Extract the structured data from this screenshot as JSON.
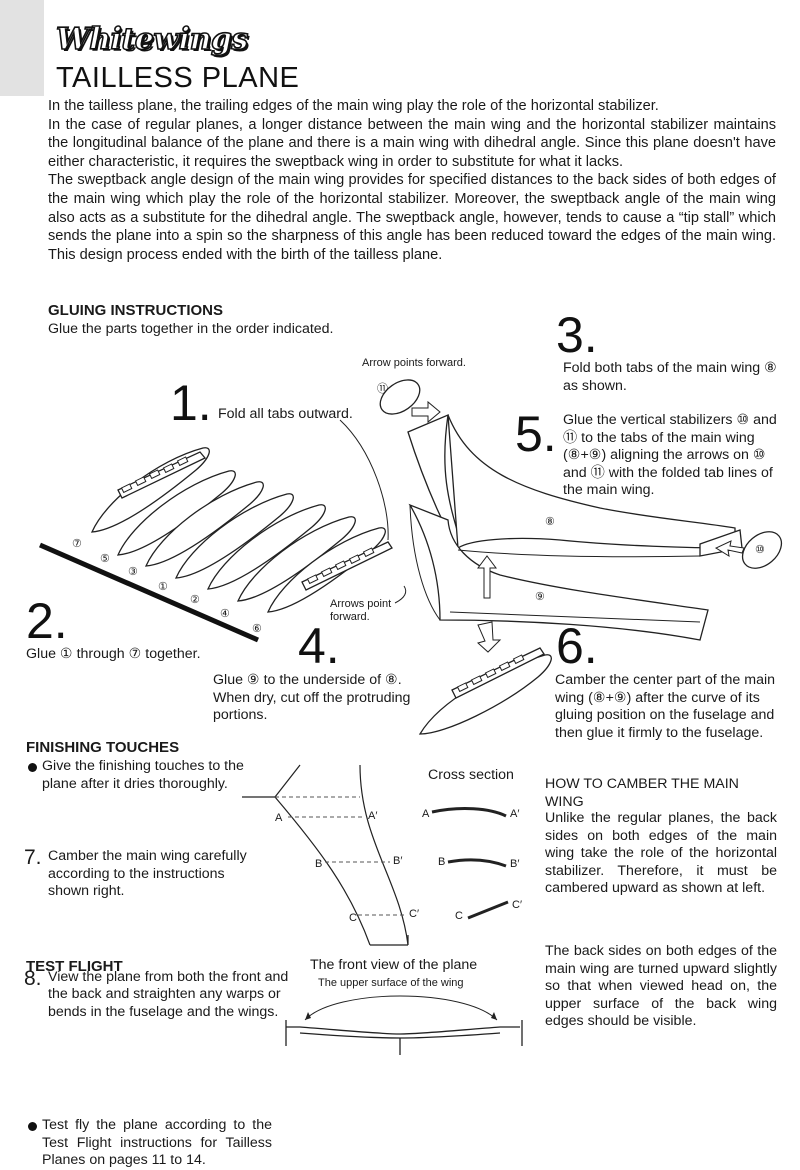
{
  "brand": "Whitewings",
  "title": "TAILLESS PLANE",
  "intro": [
    "In the tailless plane, the trailing edges of the main wing play the role of the horizontal stabilizer.",
    "In the case of regular planes, a longer distance between the main wing and the horizontal stabilizer maintains the longitudinal balance of the plane and there is a main wing with dihedral angle. Since this plane doesn't have either characteristic, it requires the sweptback wing in order to substitute for what it lacks.",
    "The sweptback angle design of the main wing provides for specified distances to the back sides of both edges of the main wing which play the role of the horizontal stabilizer. Moreover, the sweptback angle of the main wing also acts as a substitute for the dihedral angle. The sweptback angle, however, tends to cause a “tip stall” which sends the plane into a spin so the sharpness of this angle has been reduced toward the edges of the main wing. This design process ended with the birth of the tailless plane."
  ],
  "gluing": {
    "heading": "GLUING INSTRUCTIONS",
    "subtitle": "Glue the parts together in the order indicated.",
    "steps": [
      {
        "num": "1.",
        "text": "Fold all tabs outward."
      },
      {
        "num": "2.",
        "text": "Glue ① through ⑦ together."
      },
      {
        "num": "3.",
        "text": "Fold both tabs of the main wing ⑧ as shown."
      },
      {
        "num": "4.",
        "text": "Glue ⑨ to the underside of ⑧. When dry, cut off the protruding portions."
      },
      {
        "num": "5.",
        "text": "Glue the vertical stabilizers ⑩ and ⑪ to the tabs of the main wing (⑧+⑨) aligning the arrows on ⑩ and ⑪ with the folded tab lines of the main wing."
      },
      {
        "num": "6.",
        "text": "Camber the center part of the main wing (⑧+⑨) after the curve of its gluing position on the fuselage and then glue it firmly to the fuselage."
      }
    ],
    "labels": {
      "arrow_forward": "Arrow points forward.",
      "arrows_forward": "Arrows point forward.",
      "p1": "①",
      "p2": "②",
      "p3": "③",
      "p4": "④",
      "p5": "⑤",
      "p6": "⑥",
      "p7": "⑦",
      "p8": "⑧",
      "p9": "⑨",
      "p10": "⑩",
      "p11": "⑪"
    }
  },
  "finishing": {
    "heading": "FINISHING TOUCHES",
    "bullet": "Give the finishing touches to the plane after it dries thoroughly.",
    "items": [
      {
        "num": "7.",
        "text": "Camber the main wing carefully according to the instructions shown right."
      },
      {
        "num": "8.",
        "text": "View the plane from both the front and the back and straighten any warps or bends in the fuselage and the wings."
      }
    ]
  },
  "test_flight": {
    "heading": "TEST FLIGHT",
    "bullet": "Test fly the plane according to the Test Flight instructions for Tailless Planes on pages 11 to 14."
  },
  "camber_diagram": {
    "cross_section": "Cross section",
    "a": "A",
    "a2": "A′",
    "b": "B",
    "b2": "B′",
    "c": "C",
    "c2": "C′",
    "front_view": "The front view of the plane",
    "upper_surface": "The upper surface of the wing"
  },
  "how_to_camber": {
    "heading": "HOW TO CAMBER THE MAIN WING",
    "para1": "Unlike the regular planes, the back sides on both edges of the main wing take the role of the horizontal stabilizer. Therefore, it must be cambered upward as shown at left.",
    "para2": "The back sides on both edges of the main wing are turned upward slightly so that when viewed head on, the upper surface of the back wing edges should be visible."
  }
}
